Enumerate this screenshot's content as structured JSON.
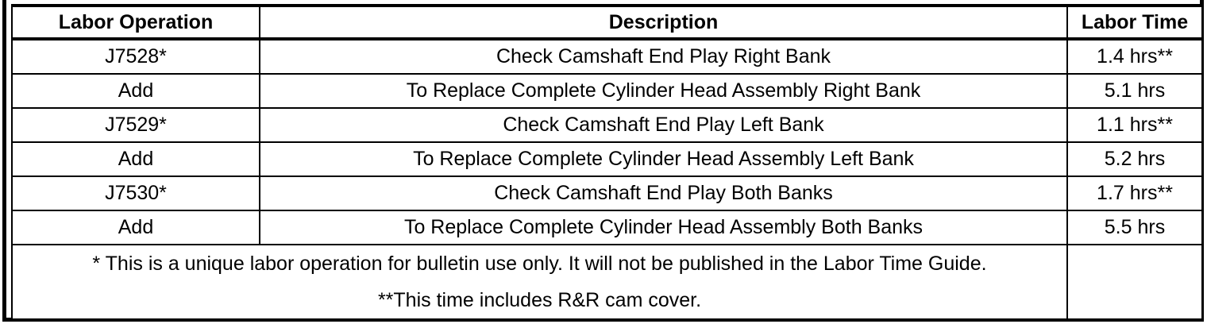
{
  "table": {
    "name": "labor-operation-table",
    "columns": [
      {
        "key": "operation",
        "label": "Labor Operation"
      },
      {
        "key": "description",
        "label": "Description"
      },
      {
        "key": "time",
        "label": "Labor Time"
      }
    ],
    "rows": [
      {
        "operation": "J7528*",
        "description": "Check Camshaft End Play Right Bank",
        "time": "1.4 hrs**"
      },
      {
        "operation": "Add",
        "description": "To Replace Complete Cylinder Head Assembly Right Bank",
        "time": "5.1 hrs"
      },
      {
        "operation": "J7529*",
        "description": "Check Camshaft End Play Left Bank",
        "time": "1.1 hrs**"
      },
      {
        "operation": "Add",
        "description": "To Replace Complete Cylinder Head Assembly Left Bank",
        "time": "5.2 hrs"
      },
      {
        "operation": "J7530*",
        "description": "Check Camshaft End Play Both Banks",
        "time": "1.7 hrs**"
      },
      {
        "operation": "Add",
        "description": "To Replace Complete Cylinder Head Assembly Both Banks",
        "time": "5.5 hrs"
      }
    ],
    "footnotes": {
      "single_asterisk": "* This is a unique labor operation for bulletin use only. It will not be published in the Labor Time Guide.",
      "double_asterisk": "**This time includes R&R cam cover."
    }
  },
  "colors": {
    "rule": "#000000",
    "background": "#ffffff",
    "text": "#000000"
  }
}
